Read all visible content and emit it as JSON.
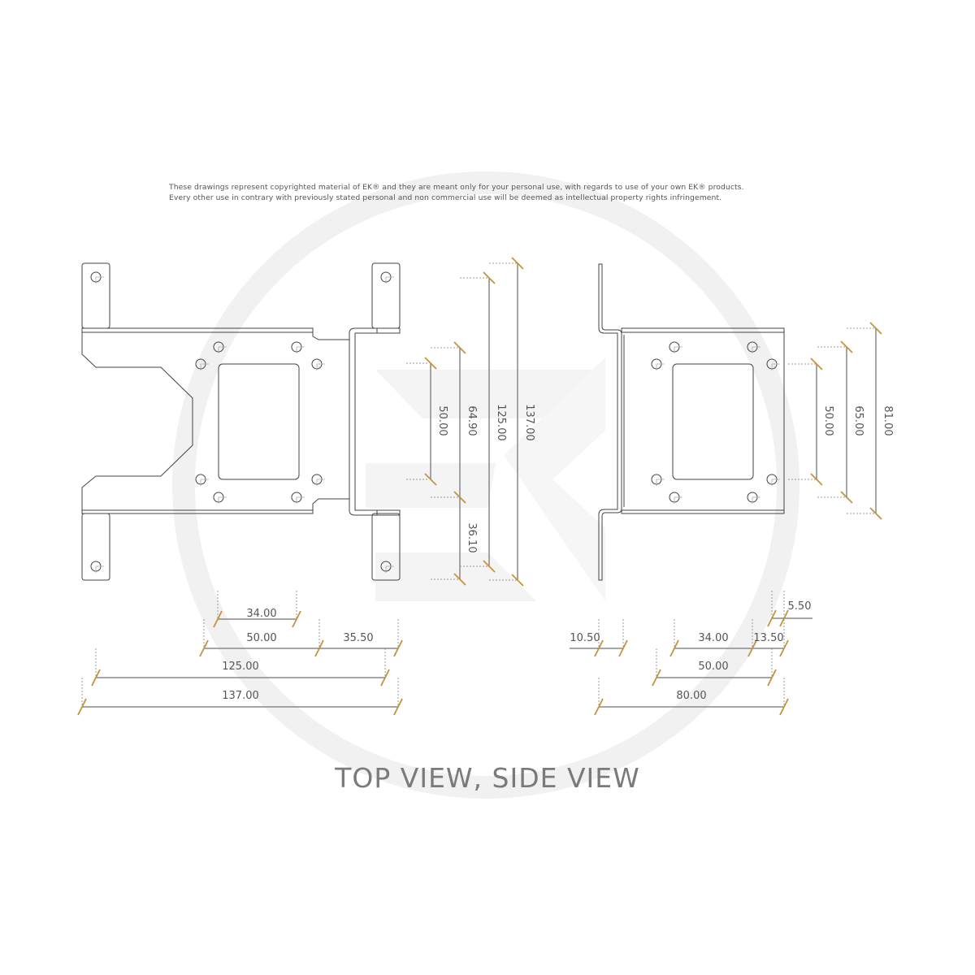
{
  "disclaimer": {
    "line1": "These drawings represent copyrighted material of EK® and they are meant only for your personal use, with regards to use of  your own EK® products.",
    "line2": "Every other use in contrary with previously stated personal and non commercial use will be deemed as intellectual property rights infringement."
  },
  "title": "TOP VIEW, SIDE VIEW",
  "colors": {
    "line": "#444444",
    "dimension_line": "#888888",
    "tick": "#c8913f",
    "watermark": "#f0f0f0",
    "text": "#555555"
  },
  "top_view": {
    "vertical_dims": [
      "50.00",
      "64.90",
      "36.10",
      "125.00",
      "137.00"
    ],
    "horizontal_dims": [
      "34.00",
      "50.00",
      "35.50",
      "125.00",
      "137.00"
    ]
  },
  "side_view": {
    "vertical_dims": [
      "50.00",
      "65.00",
      "81.00"
    ],
    "horizontal_dims": [
      "5.50",
      "10.50",
      "34.00",
      "13.50",
      "50.00",
      "80.00"
    ]
  }
}
